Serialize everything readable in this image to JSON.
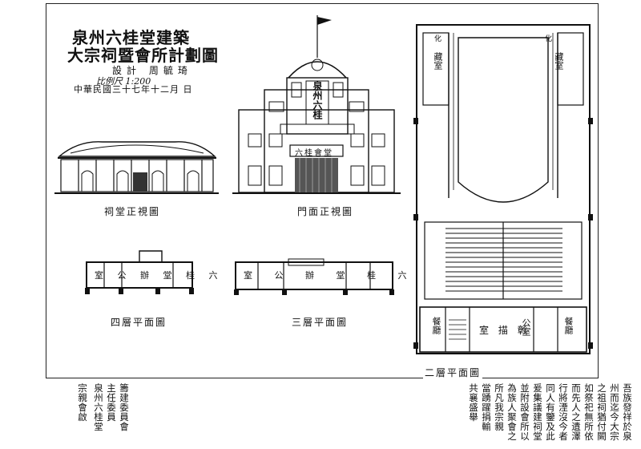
{
  "header": {
    "title_line1": "泉州六桂堂建築",
    "title_line2": "大宗祠暨會所計劃圖",
    "designer": "設計 周毓琦",
    "scale": "比例尺 1:200",
    "date": "中華民國三十七年十二月 日"
  },
  "drawings": {
    "ancestral_hall_elevation": "祠堂正視圖",
    "gate_elevation": "門面正視圖",
    "gate_sign": "六桂會堂",
    "gate_tower_chars": "泉州六桂",
    "fourth_floor_plan": "四層平面圖",
    "fourth_floor_rooms": "室 公 辦 堂 桂 六",
    "third_floor_plan": "三層平面圖",
    "third_floor_rooms": "室 公 辦 堂 桂 六",
    "second_floor_plan": "二層平面圖",
    "second_floor_room_left": "藏室",
    "second_floor_room_right": "藏室",
    "plan_lobby": "室 描 彰",
    "plan_office": "公室",
    "plan_bottom_left": "餐廳",
    "plan_bottom_right": "餐廳",
    "plan_mark_left": "化",
    "plan_mark_right": "化"
  },
  "text_columns": [
    "吾族發祥於泉",
    "州而迄今大宗",
    "之祖祠猶付闕",
    "如祭祀無所依",
    "而先人之遺澤",
    "行將湮沒今者",
    "同人有鑒及此",
    "爰集議建祠堂",
    "並附設會所以",
    "為族人聚會之",
    "所凡我宗親",
    "當踴躍捐輸",
    "共襄盛舉",
    "籌建委員會",
    "主任委員",
    "泉州六桂堂",
    "宗親會啟"
  ]
}
